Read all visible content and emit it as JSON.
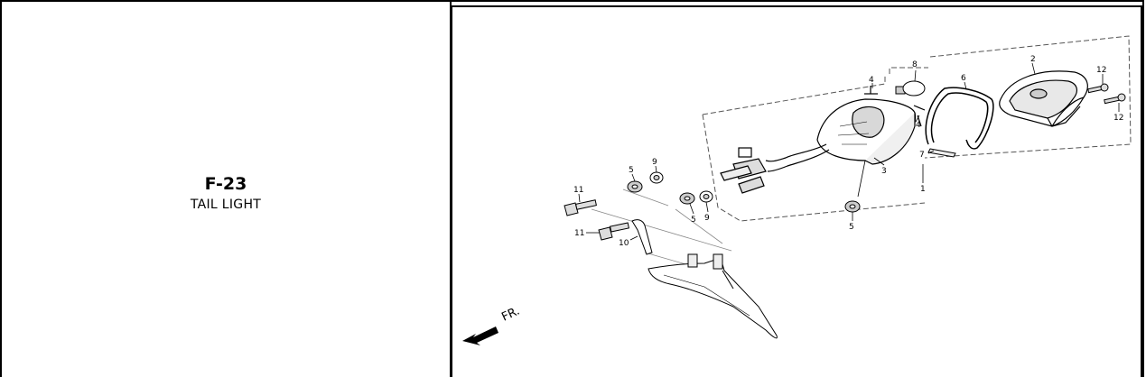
{
  "section": {
    "code": "F-23",
    "name": "TAIL LIGHT"
  },
  "diagram": {
    "direction_label": "FR.",
    "callouts": [
      "1",
      "2",
      "3",
      "4",
      "4",
      "5",
      "5",
      "5",
      "6",
      "7",
      "8",
      "9",
      "9",
      "10",
      "11",
      "11",
      "12",
      "12"
    ]
  }
}
